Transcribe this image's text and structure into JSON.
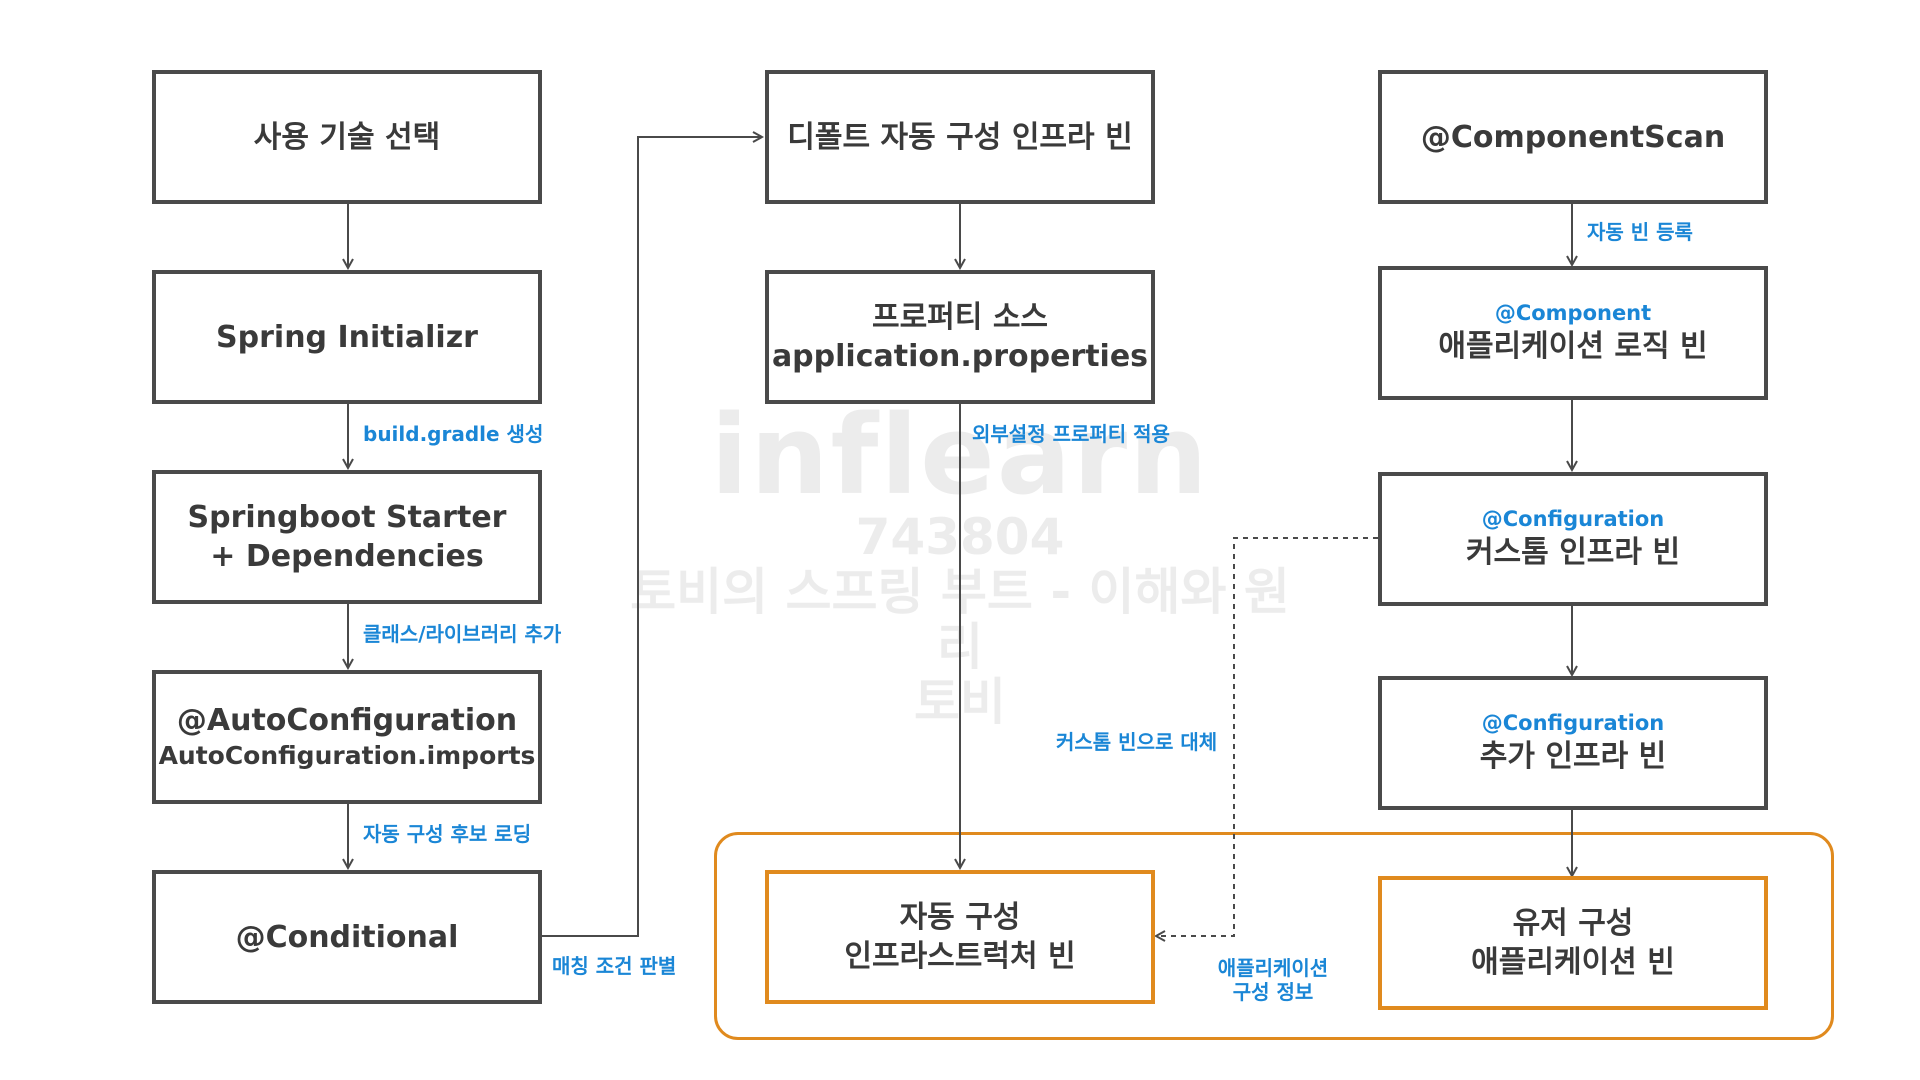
{
  "colors": {
    "box_border": "#4a4a4a",
    "highlight_border": "#e08a1e",
    "label_blue": "#1a86d6",
    "text_dark": "#3a3a3a"
  },
  "left_column": {
    "tech_select": "사용 기술 선택",
    "initializr": "Spring Initializr",
    "starter_line1": "Springboot Starter",
    "starter_line2": "+ Dependencies",
    "autoconfig_main": "@AutoConfiguration",
    "autoconfig_sub": "AutoConfiguration.imports",
    "conditional": "@Conditional"
  },
  "middle_column": {
    "default_infra": "디폴트 자동 구성 인프라 빈",
    "property_line1": "프로퍼티 소스",
    "property_line2": "application.properties",
    "auto_infra_line1": "자동 구성",
    "auto_infra_line2": "인프라스트럭처 빈"
  },
  "right_column": {
    "component_scan": "@ComponentScan",
    "app_logic_tag": "@Component",
    "app_logic": "애플리케이션 로직 빈",
    "custom_infra_tag": "@Configuration",
    "custom_infra": "커스톰 인프라 빈",
    "extra_infra_tag": "@Configuration",
    "extra_infra": "추가 인프라 빈",
    "user_config_line1": "유저 구성",
    "user_config_line2": "애플리케이션 빈"
  },
  "edge_labels": {
    "build_gradle": "build.gradle 생성",
    "add_class": "클래스/라이브러리 추가",
    "load_candidates": "자동 구성 후보 로딩",
    "matching": "매칭 조건 판별",
    "external_props": "외부설정 프로퍼티 적용",
    "replace_custom": "커스톰 빈으로 대체",
    "app_config_line1": "애플리케이션",
    "app_config_line2": "구성 정보",
    "auto_register": "자동 빈 등록"
  },
  "watermark": {
    "logo": "inflearn",
    "code": "743804",
    "course": "토비의 스프링 부트 - 이해와 원리",
    "author": "토비"
  }
}
